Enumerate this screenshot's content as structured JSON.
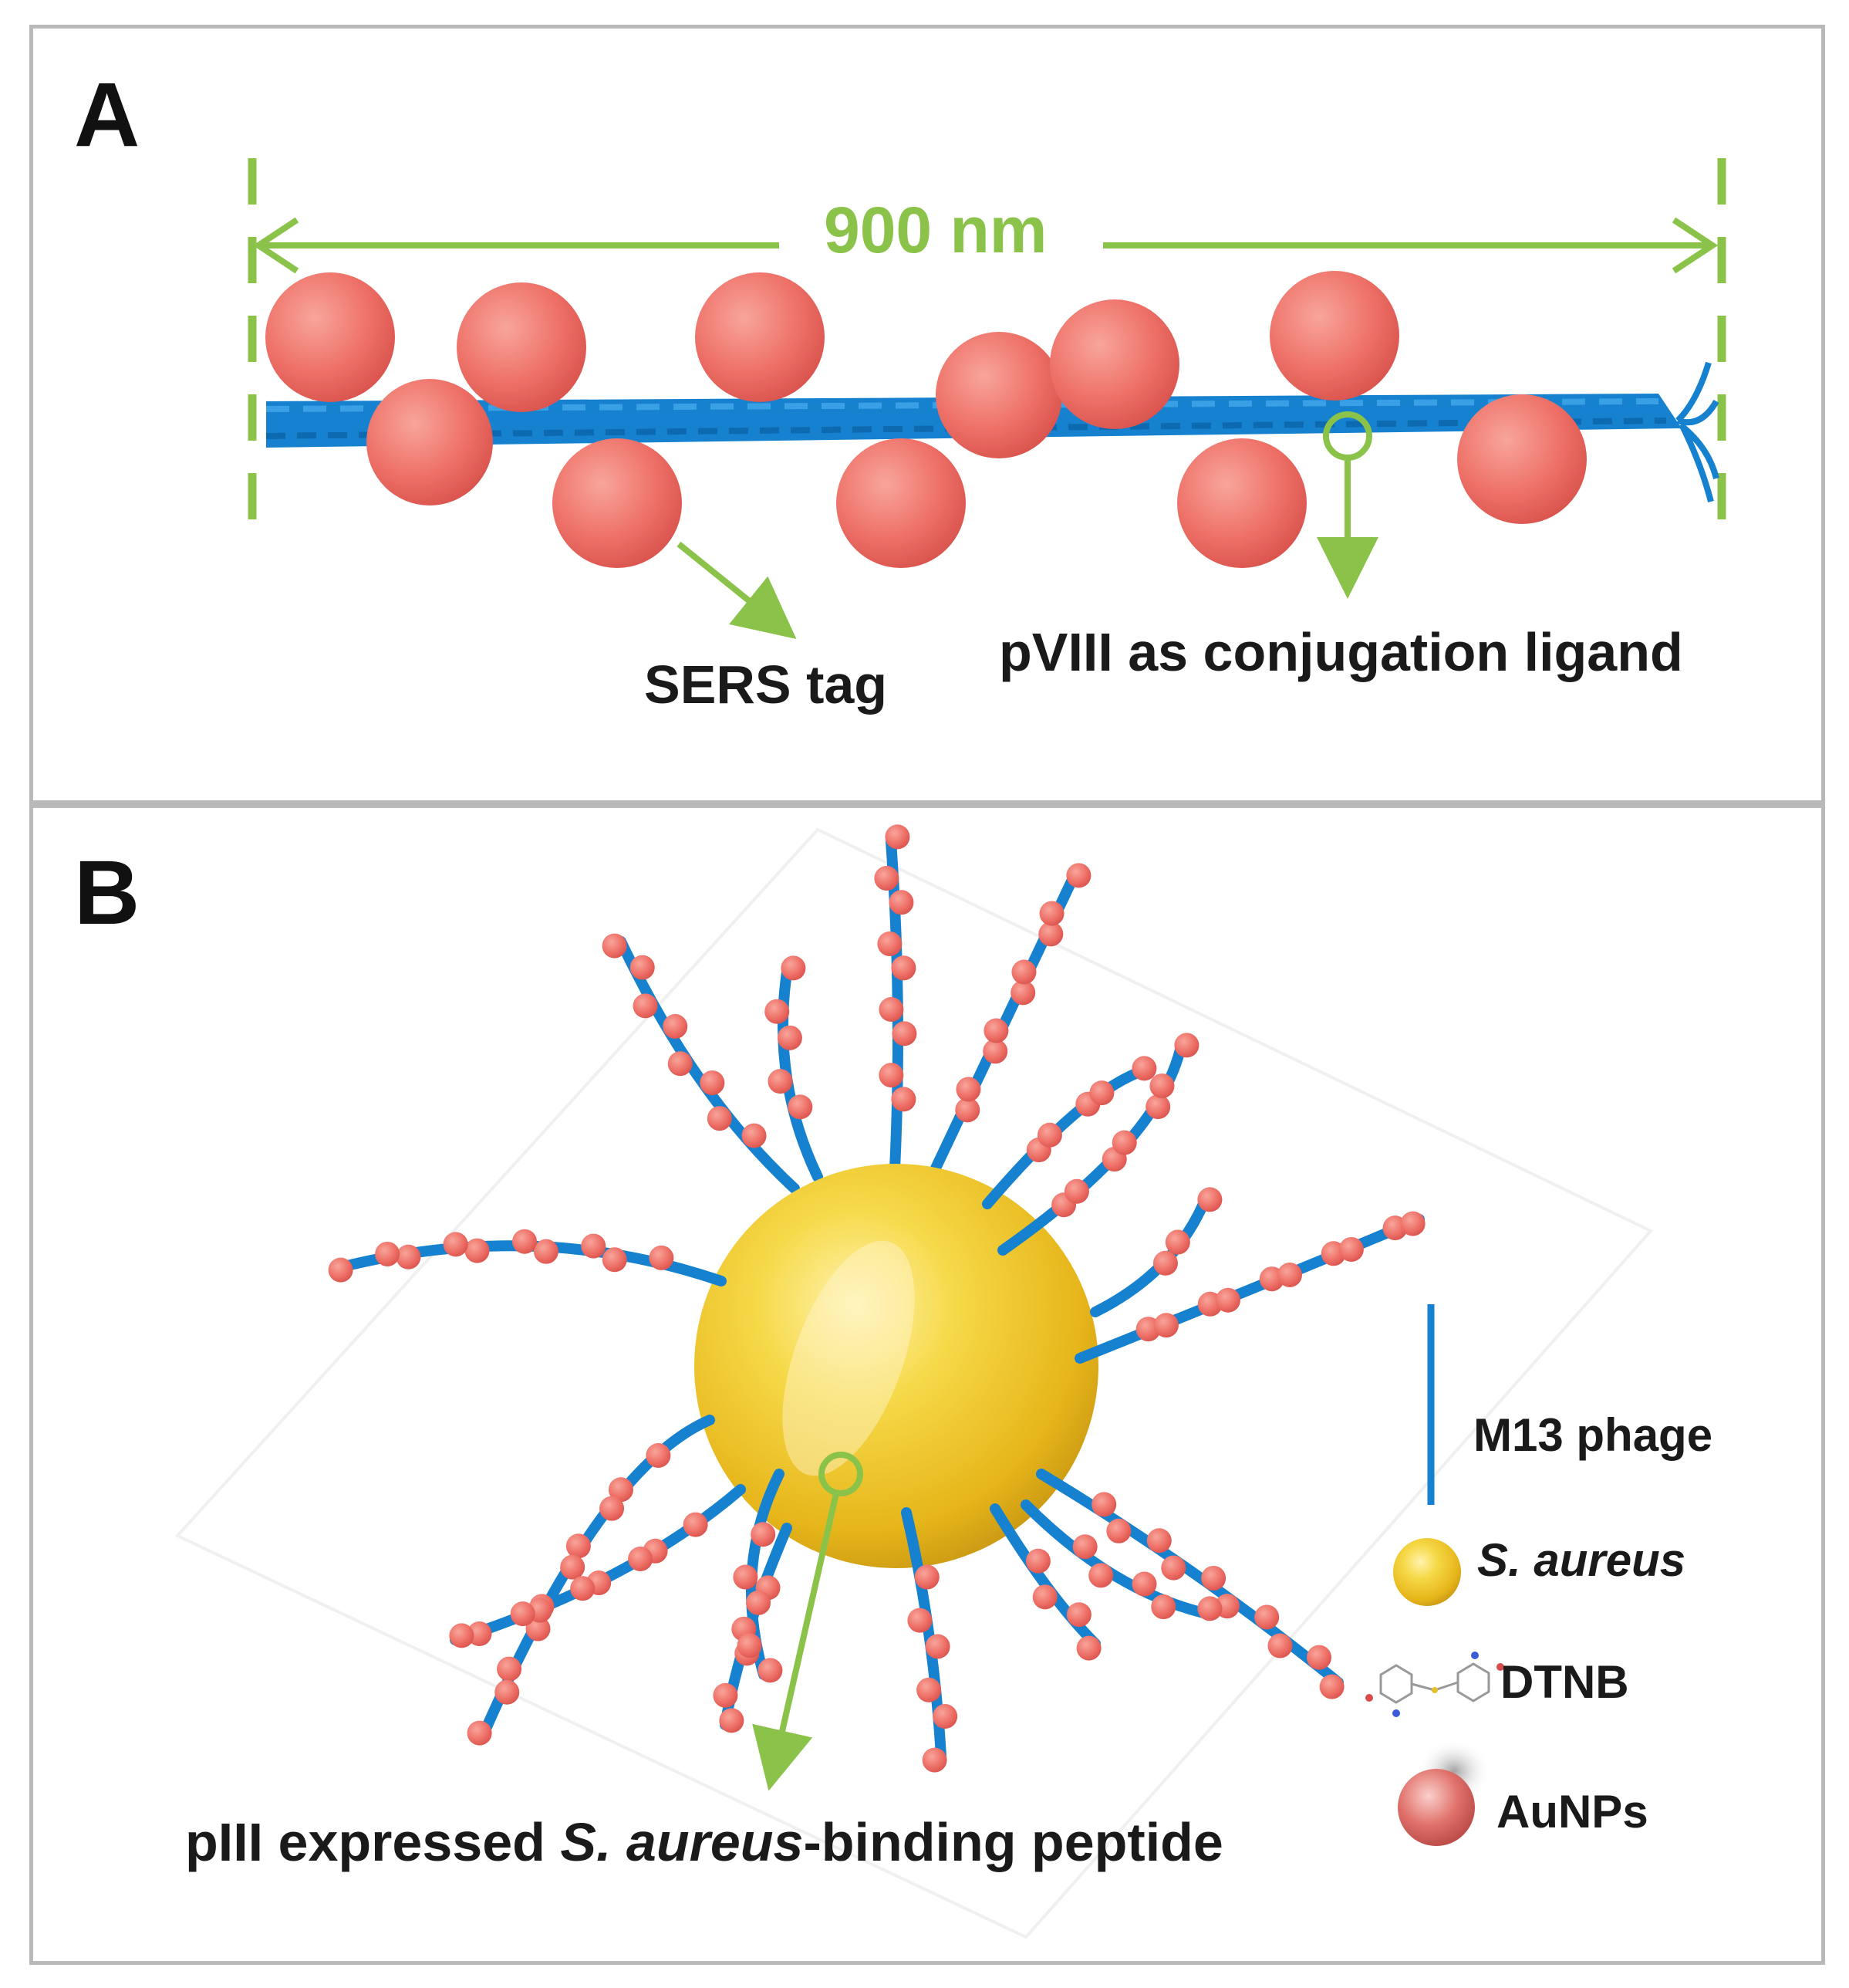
{
  "panel_a": {
    "label": "A",
    "scale_text": "900 nm",
    "sers_tag": "SERS tag",
    "pviii": "pVIII as conjugation ligand"
  },
  "panel_b": {
    "label": "B",
    "peptide_pre": "pIII expressed ",
    "peptide_ital": "S. aureus",
    "peptide_post": "-binding peptide",
    "legend": {
      "m13": "M13 phage",
      "s_aureus": "S. aureus",
      "dtnb": "DTNB",
      "aunps": "AuNPs"
    }
  },
  "colors": {
    "phage_blue": "#1581cf",
    "nanoparticle_red": "#ee7770",
    "annotation_green": "#8bc34a",
    "bacterium_gold": "#f2cd2a",
    "frame_gray": "#b9b9b9"
  }
}
